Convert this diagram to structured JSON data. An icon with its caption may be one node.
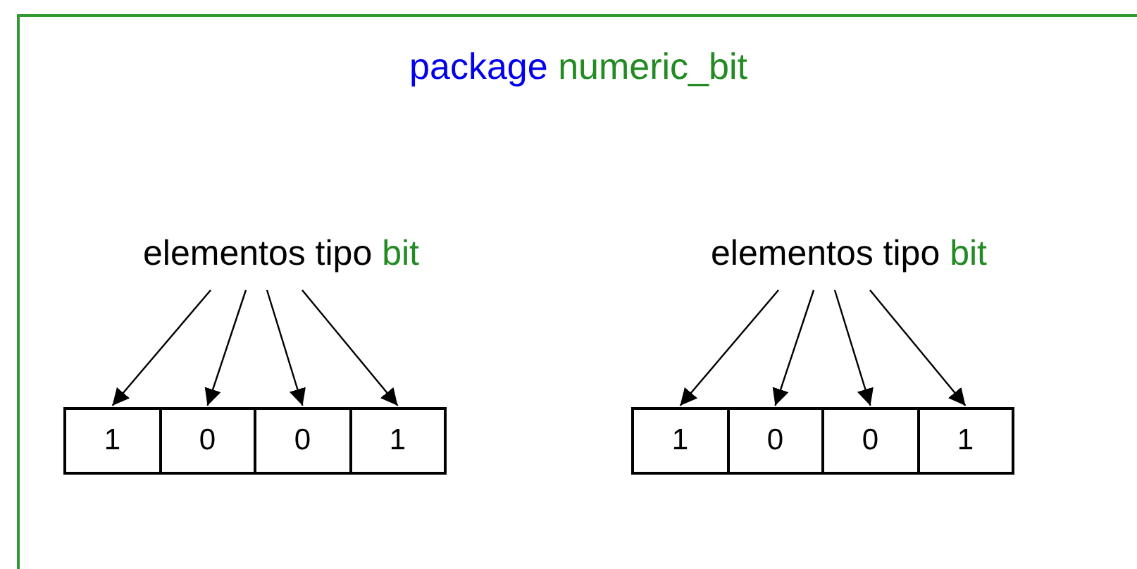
{
  "diagram": {
    "nodes": [
      {
        "text": [
          "package numeric_bit"
        ]
      },
      {
        "text": [
          "elementos tipo bit"
        ],
        "in": 0
      },
      {
        "text": [
          "1"
        ],
        "in": 0
      },
      {
        "text": [
          "0"
        ],
        "in": 0
      },
      {
        "text": [
          "0"
        ],
        "in": 0
      },
      {
        "text": [
          "1"
        ],
        "in": 0
      },
      {
        "text": [
          "elementos tipo bit"
        ],
        "in": 0
      },
      {
        "text": [
          "1"
        ],
        "in": 0
      },
      {
        "text": [
          "0"
        ],
        "in": 0
      },
      {
        "text": [
          "0"
        ],
        "in": 0
      },
      {
        "text": [
          "1"
        ],
        "in": 0
      }
    ],
    "edges": [
      {
        "from": 1,
        "to": 2,
        "arrow": "to"
      },
      {
        "from": 1,
        "to": 3,
        "arrow": "to"
      },
      {
        "from": 1,
        "to": 4,
        "arrow": "to"
      },
      {
        "from": 1,
        "to": 5,
        "arrow": "to"
      },
      {
        "from": 6,
        "to": 7,
        "arrow": "to"
      },
      {
        "from": 6,
        "to": 8,
        "arrow": "to"
      },
      {
        "from": 6,
        "to": 9,
        "arrow": "to"
      },
      {
        "from": 6,
        "to": 10,
        "arrow": "to"
      }
    ]
  }
}
